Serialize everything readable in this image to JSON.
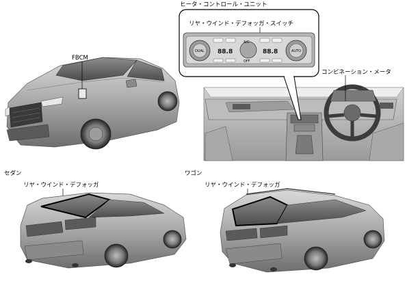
{
  "labels": {
    "fbcm": "FBCM",
    "heater_control_unit": "ヒータ・コントロール・ユニット",
    "rear_defogger_switch": "リヤ・ウインド・デフォッガ・スイッチ",
    "combination_meter": "コンビネーション・メータ",
    "sedan": "セダン",
    "wagon": "ワゴン",
    "rear_defogger_sedan": "リヤ・ウインド・デフォッガ",
    "rear_defogger_wagon": "リヤ・ウインド・デフォッガ"
  },
  "panel": {
    "temp_left": "88.8",
    "temp_right": "88.8",
    "knob_left": "DUAL",
    "knob_right": "AUTO",
    "btn_ac": "A/C",
    "btn_off": "OFF"
  }
}
